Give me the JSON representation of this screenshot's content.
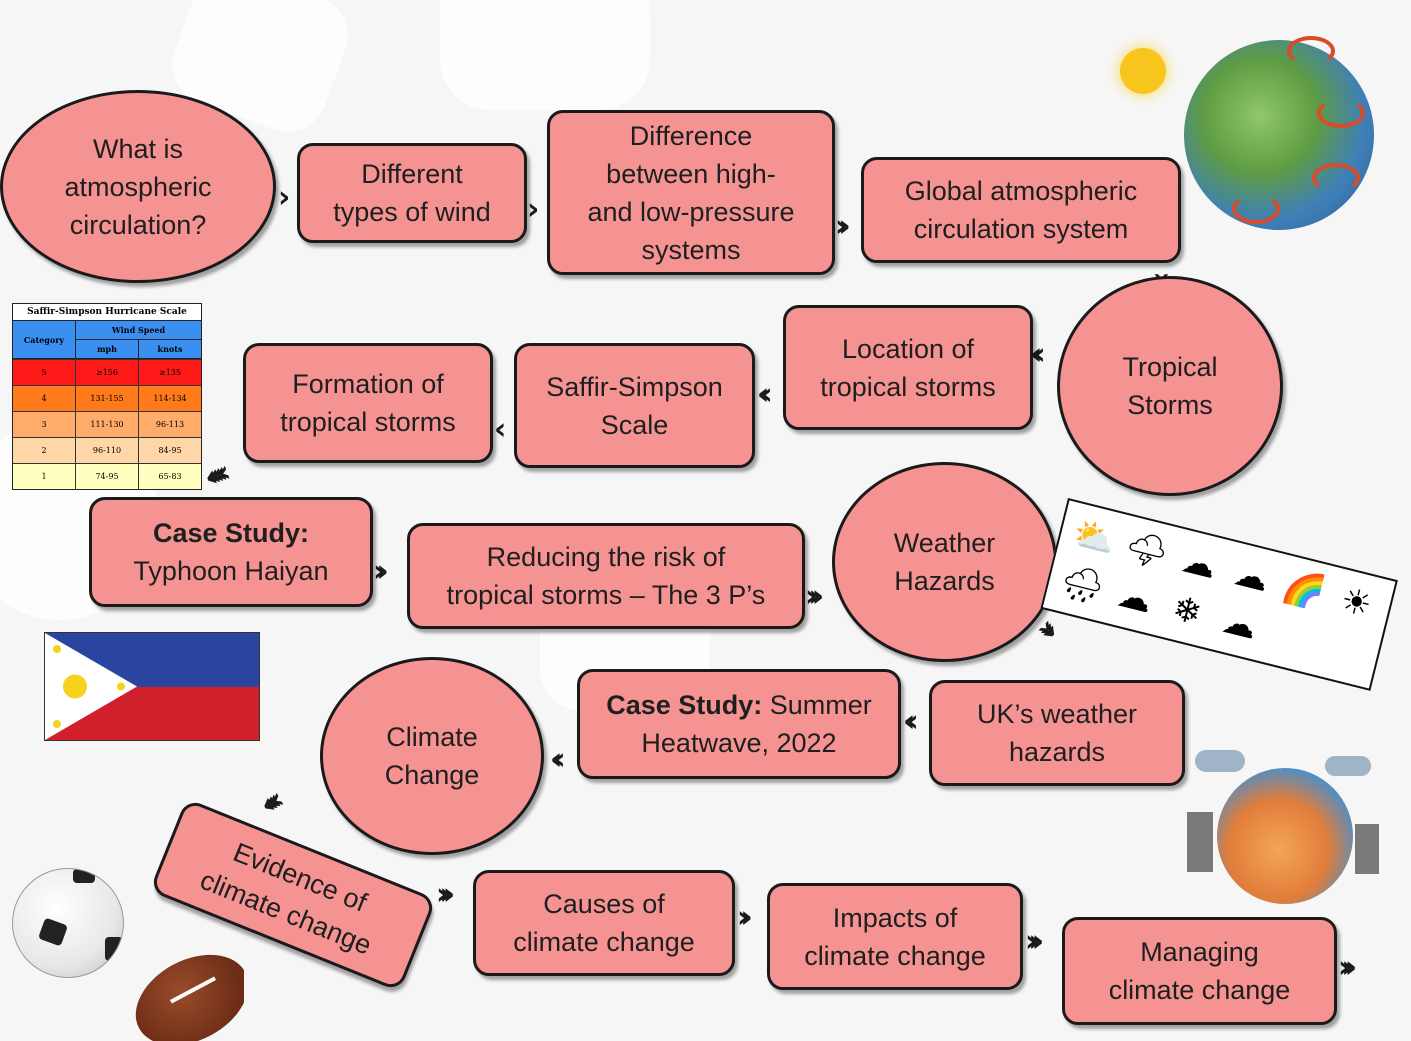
{
  "nodes": {
    "what_is": [
      "What is",
      "atmospheric",
      "circulation?"
    ],
    "types_wind": [
      "Different",
      "types of wind"
    ],
    "pressure": [
      "Difference",
      "between high-",
      "and low-pressure",
      "systems"
    ],
    "global": [
      "Global atmospheric",
      "circulation system"
    ],
    "tropical": [
      "Tropical",
      "Storms"
    ],
    "location": [
      "Location of",
      "tropical storms"
    ],
    "saffir": [
      "Saffir-Simpson",
      "Scale"
    ],
    "formation": [
      "Formation of",
      "tropical storms"
    ],
    "haiyan": {
      "bold": "Case Study:",
      "text": "Typhoon Haiyan"
    },
    "reducing": [
      "Reducing the risk of",
      "tropical storms – The 3 P’s"
    ],
    "weather": [
      "Weather",
      "Hazards"
    ],
    "uk": [
      "UK’s weather",
      "hazards"
    ],
    "heatwave": {
      "bold": "Case Study:",
      "text1": " Summer",
      "text2": "Heatwave, 2022"
    },
    "climate": [
      "Climate",
      "Change"
    ],
    "evidence": [
      "Evidence of",
      "climate change"
    ],
    "causes": [
      "Causes of",
      "climate change"
    ],
    "impacts": [
      "Impacts of",
      "climate change"
    ],
    "managing": [
      "Managing",
      "climate change"
    ]
  },
  "saffir_table": {
    "title": "Saffir-Simpson Hurricane Scale",
    "category_header": "Category",
    "wind_header": "Wind Speed",
    "mph_header": "mph",
    "knots_header": "knots",
    "rows": [
      {
        "cat": "5",
        "mph": "≥156",
        "knots": "≥135",
        "color": "#ff1a1a"
      },
      {
        "cat": "4",
        "mph": "131-155",
        "knots": "114-134",
        "color": "#ff7a1a"
      },
      {
        "cat": "3",
        "mph": "111-130",
        "knots": "96-113",
        "color": "#ffac6b"
      },
      {
        "cat": "2",
        "mph": "96-110",
        "knots": "84-95",
        "color": "#ffd6a8"
      },
      {
        "cat": "1",
        "mph": "74-95",
        "knots": "65-83",
        "color": "#ffffc0"
      }
    ]
  },
  "weather_icons": [
    "⛅",
    "🌩",
    "☁",
    "☁",
    "🌈",
    "☀",
    "🌧",
    "☁",
    "❄",
    "☁"
  ],
  "colors": {
    "node_fill": "#f59393",
    "node_border": "#1a1a1a",
    "flag_blue": "#2a45a0",
    "flag_red": "#d11f2c",
    "flag_sun": "#f7d11e"
  }
}
